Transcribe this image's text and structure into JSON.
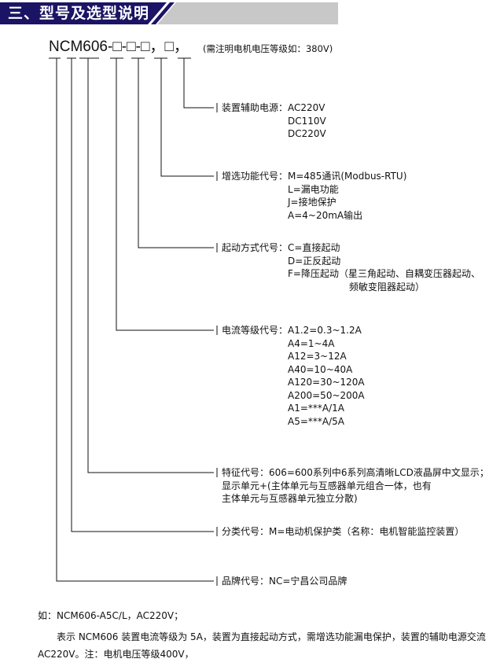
{
  "header": {
    "title": "三、型号及选型说明",
    "bg_color": "#1b1464",
    "accent_color": "#c8c8c8"
  },
  "model": {
    "prefix": "NCM606-",
    "box1": "□",
    "dash1": "-",
    "box2": "□",
    "dash2": "-",
    "box3": "□",
    "comma1": "，",
    "box4": "□",
    "comma2": "，",
    "note": "(需注明电机电压等级如：380V)"
  },
  "groups": [
    {
      "label": "装置辅助电源：",
      "options": [
        "AC220V",
        "DC110V",
        "DC220V"
      ]
    },
    {
      "label": "增选功能代号：",
      "options": [
        "M=485通讯(Modbus-RTU)",
        "L=漏电功能",
        "J=接地保护",
        "A=4~20mA输出"
      ]
    },
    {
      "label": "起动方式代号：",
      "options": [
        "C=直接起动",
        "D=正反起动",
        "F=降压起动（星三角起动、自耦变压器起动、",
        "频敏变阻器起动）"
      ]
    },
    {
      "label": "电流等级代号：",
      "options": [
        "A1.2=0.3~1.2A",
        "A4=1~4A",
        "A12=3~12A",
        "A40=10~40A",
        "A120=30~120A",
        "A200=50~200A",
        "A1=***A/1A",
        "A5=***A/5A"
      ]
    },
    {
      "label": "特征代号：",
      "options": [
        "606=600系列中6系列高清晰LCD液晶屏中文显示；",
        "显示单元+(主体单元与互感器单元组合一体，也有",
        "主体单元与互感器单元独立分散)"
      ]
    },
    {
      "label": "分类代号：",
      "options": [
        "M=电动机保护类（名称：电机智能监控装置）"
      ]
    },
    {
      "label": "品牌代号：",
      "options": [
        "NC=宁昌公司品牌"
      ]
    }
  ],
  "example": {
    "line": "如：NCM606-A5C/L，AC220V；",
    "desc_line1": "表示 NCM606 装置电流等级为 5A，装置为直接起动方式，需增选功能漏电保护，装置的辅助电源交流",
    "desc_line2": "AC220V。注：电机电压等级400V，"
  }
}
